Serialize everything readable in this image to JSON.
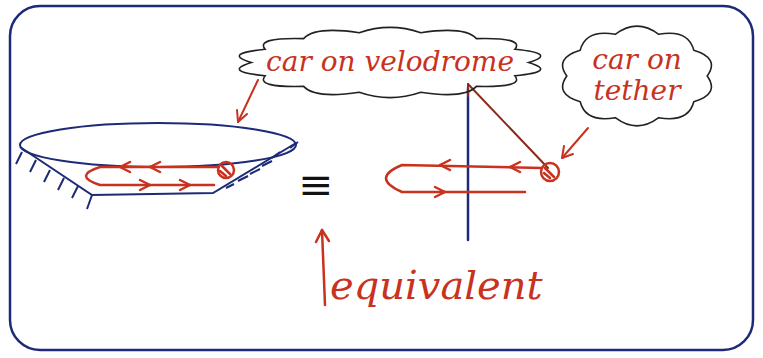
{
  "diagram": {
    "nodes": [
      {
        "text": [
          "car on velodrome"
        ]
      },
      {
        "text": [
          "car on tether"
        ]
      }
    ],
    "labels": [
      "≡",
      "equivalent"
    ]
  }
}
